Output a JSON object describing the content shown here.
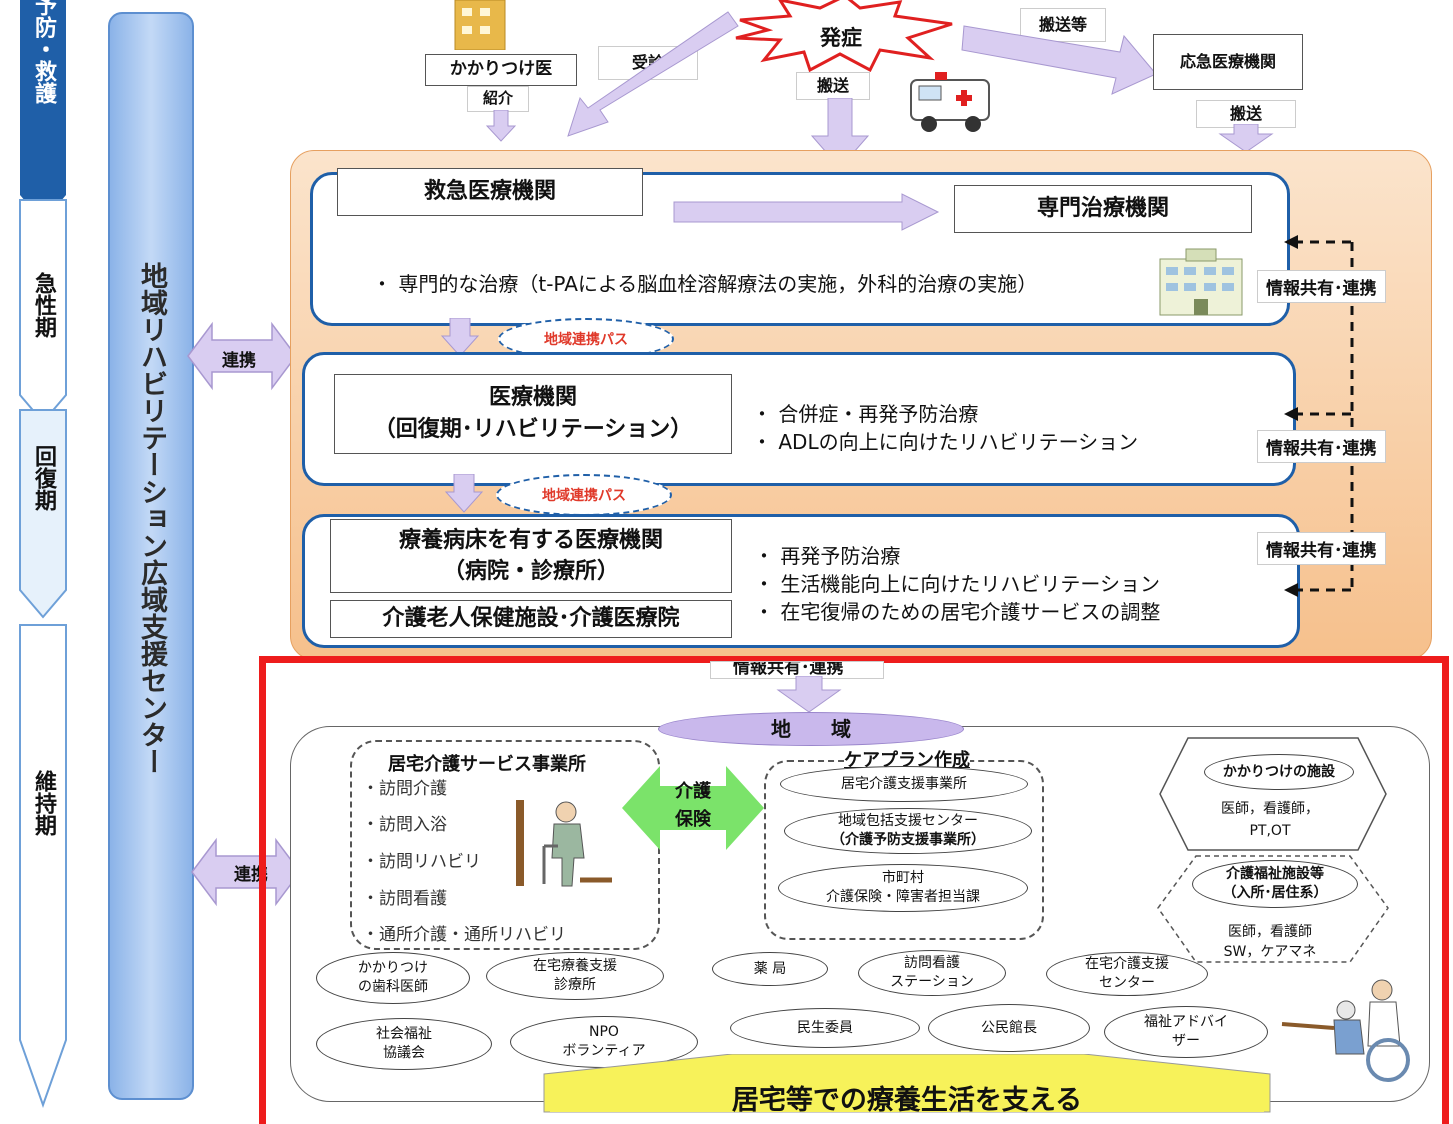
{
  "left_stages": {
    "prevention": "予防・救護",
    "acute": "急性期",
    "recovery": "回復期",
    "maintenance": "維持期"
  },
  "center_column": "地域リハビリテーション広域支援センター",
  "links": {
    "renkei": "連携"
  },
  "top": {
    "onset": "発症",
    "family_doctor": "かかりつけ医",
    "referral": "紹介",
    "consult": "受診",
    "transport": "搬送",
    "transport_etc": "搬送等",
    "emergency_institution": "応急医療機関",
    "transport2": "搬送"
  },
  "acute_panel": {
    "emergency": "救急医療機関",
    "specialist": "専門治療機関",
    "bullet": "・ 専門的な治療（t-PAによる脳血栓溶解療法の実施，外科的治療の実施）"
  },
  "pass_label": "地域連携パス",
  "recovery_panel": {
    "title_line1": "医療機関",
    "title_line2": "（回復期･リハビリテーション）",
    "bullets": [
      "・ 合併症・再発予防治療",
      "・ ADLの向上に向けたリハビリテーション"
    ]
  },
  "maintenance_panel": {
    "title_line1": "療養病床を有する医療機関",
    "title_line2": "（病院・診療所）",
    "title2": "介護老人保健施設･介護医療院",
    "bullets": [
      "・ 再発予防治療",
      "・ 生活機能向上に向けたリハビリテーション",
      "・ 在宅復帰のための居宅介護サービスの調整"
    ]
  },
  "info_sharing": "情報共有･連携",
  "community": {
    "header": "地　　域",
    "home_care_title": "居宅介護サービス事業所",
    "home_care_items": [
      "・訪問介護",
      "・訪問入浴",
      "・訪問リハビリ",
      "・訪問看護",
      "・通所介護・通所リハビリ"
    ],
    "insurance_line1": "介護",
    "insurance_line2": "保険",
    "care_plan_title": "ケアプラン作成",
    "care_plan_items": [
      {
        "line1": "居宅介護支援事業所",
        "line2": ""
      },
      {
        "line1": "地域包括支援センター",
        "line2": "（介護予防支援事業所）"
      },
      {
        "line1": "市町村",
        "line2": "介護保険・障害者担当課"
      }
    ],
    "family_facility_title": "かかりつけの施設",
    "family_facility_staff_line1": "医師，看護師，",
    "family_facility_staff_line2": "PT,OT",
    "welfare_title_line1": "介護福祉施設等",
    "welfare_title_line2": "（入所･居住系）",
    "welfare_staff_line1": "医師，看護師",
    "welfare_staff_line2": "SW，ケアマネ",
    "resources_row1": [
      {
        "line1": "かかりつけ",
        "line2": "の歯科医師"
      },
      {
        "line1": "在宅療養支援",
        "line2": "診療所"
      },
      {
        "line1": "薬 局",
        "line2": ""
      },
      {
        "line1": "訪問看護",
        "line2": "ステーション"
      },
      {
        "line1": "在宅介護支援",
        "line2": "センター"
      }
    ],
    "resources_row2": [
      {
        "line1": "社会福祉",
        "line2": "協議会"
      },
      {
        "line1": "NPO",
        "line2": "ボランティア"
      },
      {
        "line1": "民生委員",
        "line2": ""
      },
      {
        "line1": "公民館長",
        "line2": ""
      },
      {
        "line1": "福祉アドバイ",
        "line2": "ザー"
      }
    ],
    "bottom_banner": "居宅等での療養生活を支える"
  },
  "colors": {
    "panel_border": "#1f5fa8",
    "orange_bg": "#f7c89b",
    "lavender": "#c9b8ec",
    "highlight_red": "#ee1c1c",
    "banner_yellow": "#f7f25a",
    "insurance_green": "#7be36a"
  }
}
